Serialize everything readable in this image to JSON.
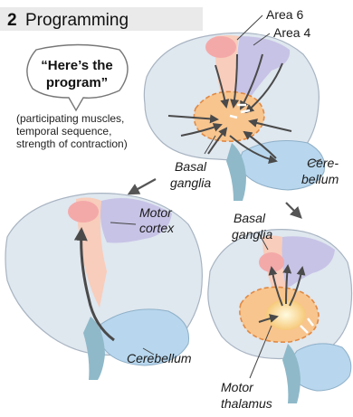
{
  "header": {
    "number": "2",
    "title": "Programming",
    "bg_color": "#eaeaea"
  },
  "speech_bubble": {
    "line1": "“Here’s the",
    "line2": "program”"
  },
  "note": {
    "line1": "(participating muscles,",
    "line2": "temporal sequence,",
    "line3": "strength of contraction)"
  },
  "labels": {
    "area6": "Area 6",
    "area4": "Area 4",
    "basal_ganglia_top_1": "Basal",
    "basal_ganglia_top_2": "ganglia",
    "cerebellum_top_1": "Cere-",
    "cerebellum_top_2": "bellum",
    "motor_cortex_1": "Motor",
    "motor_cortex_2": "cortex",
    "cerebellum_bottom": "Cerebellum",
    "basal_ganglia_right_1": "Basal",
    "basal_ganglia_right_2": "ganglia",
    "motor_thalamus_1": "Motor",
    "motor_thalamus_2": "thalamus"
  },
  "colors": {
    "brain": "#dfe7ef",
    "brain_outline": "#a8b4c2",
    "area6": "#c7c3e6",
    "area4": "#f4a9a9",
    "motor_strip": "#f8cdbb",
    "basal_ganglia": "#f8c58e",
    "cerebellum": "#b8d7ee",
    "brainstem": "#8fb9c9",
    "arrow": "#4a4a4a"
  }
}
